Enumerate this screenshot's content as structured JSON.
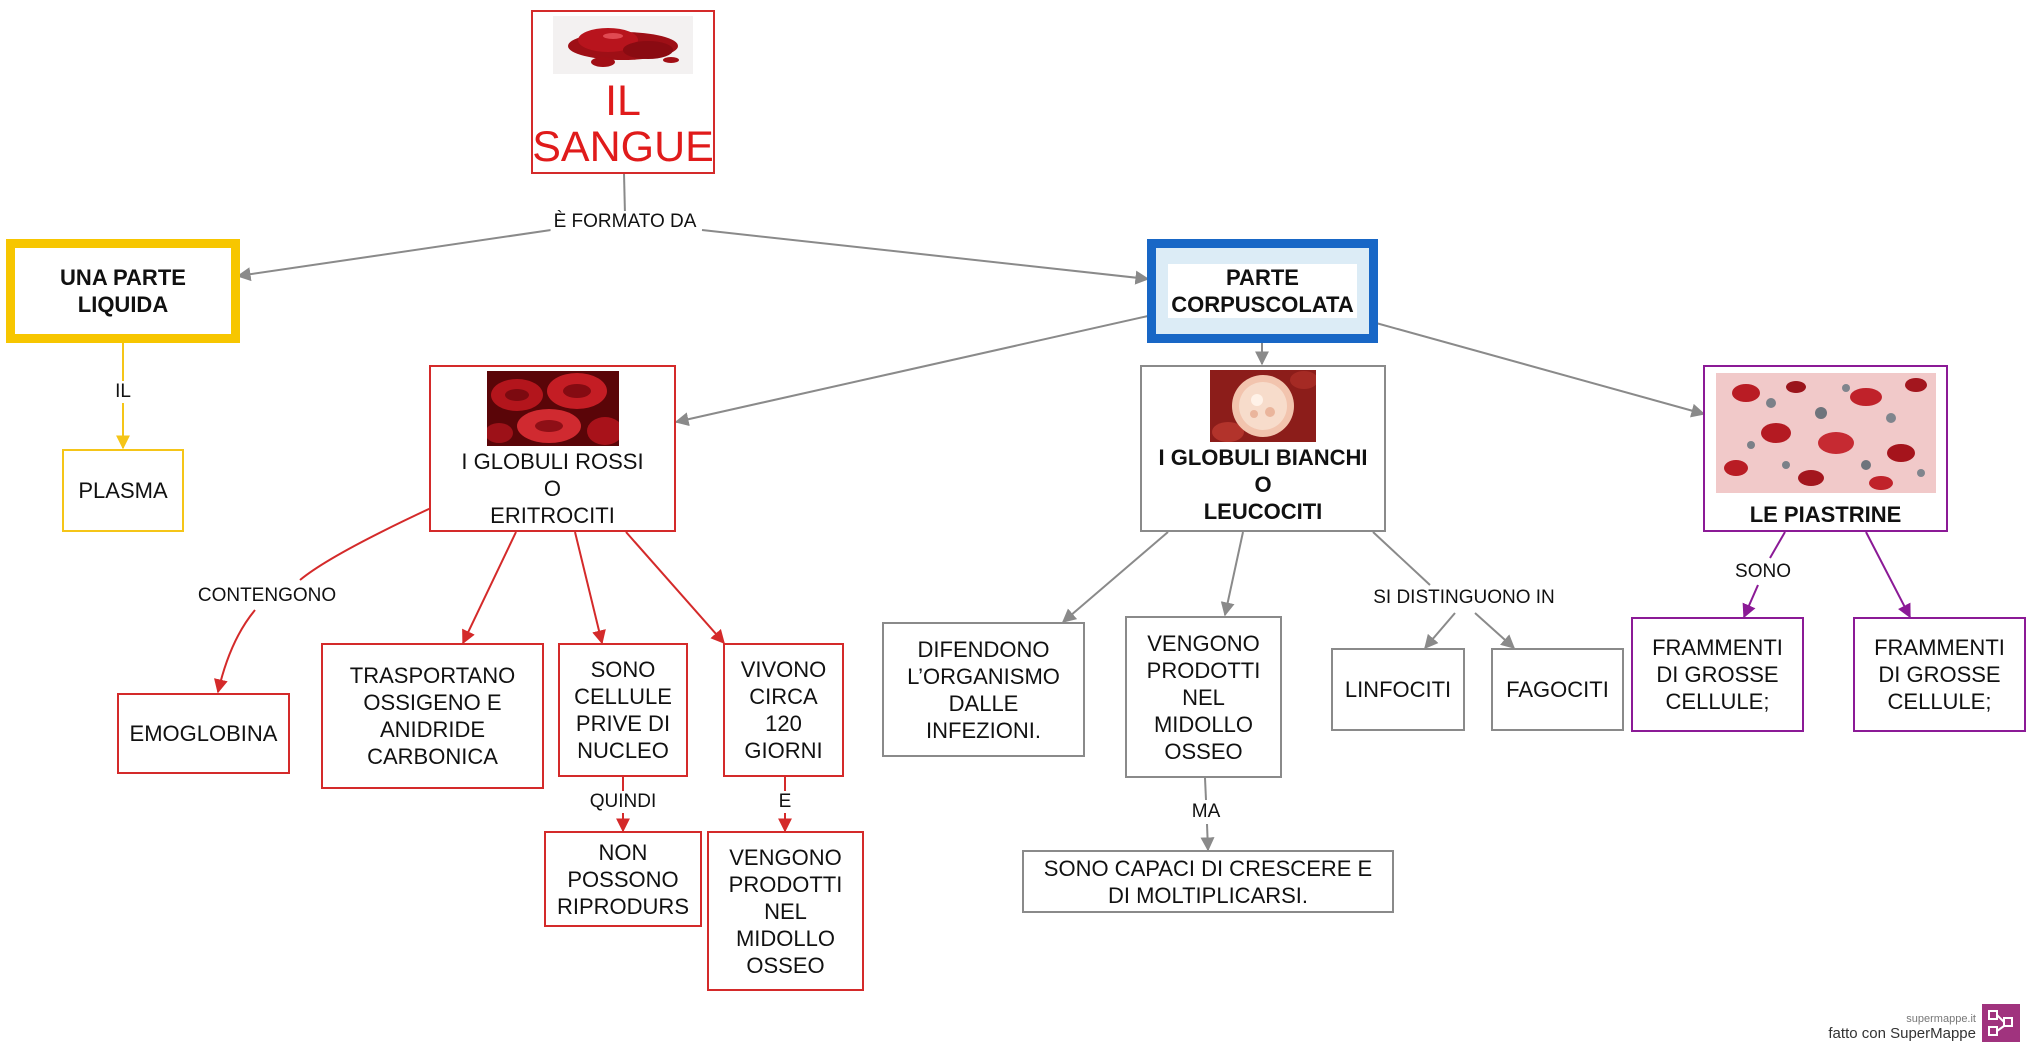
{
  "map": {
    "title": "IL\nSANGUE",
    "nodes": {
      "parte_liquida": "UNA PARTE\nLIQUIDA",
      "parte_corpuscolata": "PARTE\nCORPUSCOLATA",
      "plasma": "PLASMA",
      "globuli_rossi": "I GLOBULI ROSSI\nO\nERITROCITI",
      "globuli_bianchi": "I GLOBULI BIANCHI\nO\nLEUCOCITI",
      "piastrine": "LE PIASTRINE",
      "emoglobina": "EMOGLOBINA",
      "trasportano": "TRASPORTANO\nOSSIGENO E\nANIDRIDE\nCARBONICA",
      "sono_cellule": "SONO\nCELLULE\nPRIVE DI\nNUCLEO",
      "vivono": "VIVONO\nCIRCA\n120\nGIORNI",
      "non_possono": "NON\nPOSSONO\nRIPRODURS",
      "vengono_rossi": "VENGONO\nPRODOTTI\nNEL\nMIDOLLO\nOSSEO",
      "difendono": "DIFENDONO\nL’ORGANISMO\nDALLE\nINFEZIONI.",
      "vengono_bianchi": "VENGONO\nPRODOTTI\nNEL\nMIDOLLO\nOSSEO",
      "capaci": "SONO CAPACI DI CRESCERE E\nDI MOLTIPLICARSI.",
      "linfociti": "LINFOCITI",
      "fagociti": "FAGOCITI",
      "frammenti_1": "FRAMMENTI\nDI GROSSE\nCELLULE;",
      "frammenti_2": "FRAMMENTI\nDI GROSSE\nCELLULE;"
    },
    "link_labels": {
      "formato_da": "È FORMATO DA",
      "il": "IL",
      "contengono": "CONTENGONO",
      "quindi": "QUINDI",
      "e": "E",
      "ma": "MA",
      "si_distinguono": "SI DISTINGUONO IN",
      "sono": "SONO"
    },
    "images": {
      "blood_drop": "blood-puddle-image",
      "red_cells": "red-blood-cells-image",
      "white_cell": "white-blood-cell-image",
      "platelets": "platelets-image"
    }
  },
  "colors": {
    "red": "#d42a2a",
    "gray": "#8a8a8a",
    "purple": "#8b1a96",
    "yellow": "#f5c518",
    "blue": "#1867c6",
    "title_red": "#e01b1b"
  },
  "footer": {
    "site": "supermappe.it",
    "made_with": "fatto con SuperMappe"
  }
}
